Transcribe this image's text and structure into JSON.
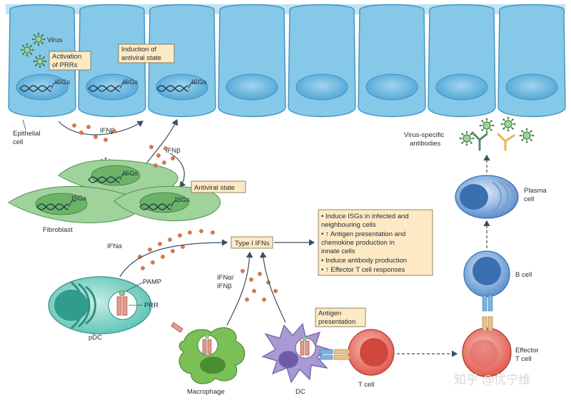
{
  "labels": {
    "virus": "Virus",
    "activation": [
      "Activation",
      "of PRRs"
    ],
    "induction": [
      "Induction of",
      "antiviral state"
    ],
    "isgs": "ISGs",
    "epithelial": [
      "Epithelial",
      "cell"
    ],
    "ifn_beta": "IFNβ",
    "fibroblast": "Fibroblast",
    "antiviral_state": "Antiviral state",
    "ifn_alpha": "IFNα",
    "type1": "Type I IFNs",
    "outcomes": [
      "• Induce ISGs in infected and",
      "  neighbouring cells",
      "• ↑ Antigen presentation and",
      "  chemokine production in",
      "  innate cells",
      "• Induce antibody production",
      "• ↑ Effector T cell responses"
    ],
    "pamp": "PAMP",
    "prr": "PRR",
    "pdc": "pDC",
    "ifn_ab": [
      "IFNα/",
      "IFNβ"
    ],
    "antigen": [
      "Antigen",
      "presentation"
    ],
    "macrophage": "Macrophage",
    "dc": "DC",
    "tcell": "T cell",
    "effector": [
      "Effector",
      "T cell"
    ],
    "bcell": "B cell",
    "plasma": [
      "Plasma",
      "cell"
    ],
    "antibodies": [
      "Virus-specific",
      "antibodies"
    ],
    "watermark": "知乎 @优宁维"
  },
  "colors": {
    "epithelium": "#7ec4e6",
    "epithelium_dark": "#3f93c4",
    "fibroblast": "#8cc98a",
    "ifn_dot": "#d97a4a",
    "label_box": "#fde9c4",
    "pdc": "#5cc3b5",
    "macrophage": "#7bbf57",
    "dc": "#9c8ac6",
    "tcell": "#e25a4f",
    "bcell": "#5a8fd0"
  }
}
